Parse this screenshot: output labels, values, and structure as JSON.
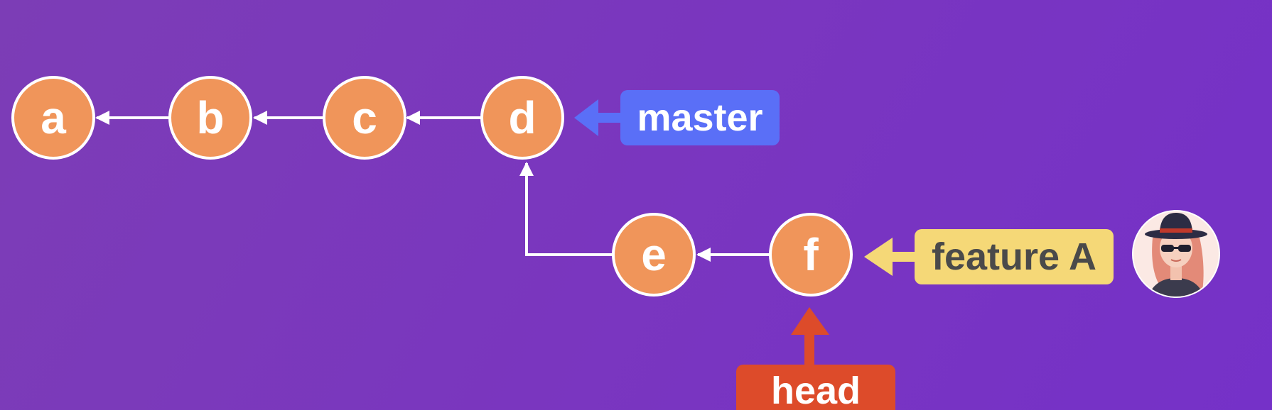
{
  "colors": {
    "commit_fill": "#f0955a",
    "commit_stroke": "#ffffff",
    "edge": "#ffffff",
    "master": "#5a6ff7",
    "feature": "#f5d877",
    "feature_text": "#4a4a4a",
    "head": "#dd4b2a"
  },
  "commits": [
    "a",
    "b",
    "c",
    "d",
    "e",
    "f"
  ],
  "branches": {
    "master": {
      "label": "master",
      "points_to": "d"
    },
    "feature": {
      "label": "feature A",
      "points_to": "f",
      "avatar_icon": "user-avatar-icon"
    },
    "head": {
      "label": "head",
      "points_to": "f"
    }
  }
}
